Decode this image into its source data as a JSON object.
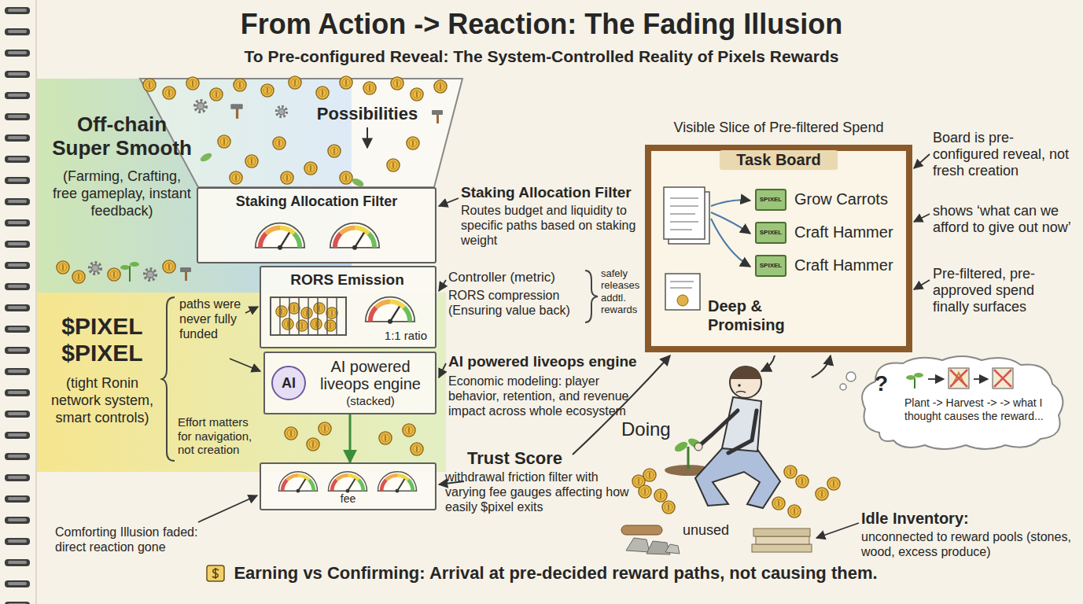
{
  "diagram": {
    "title": "From Action -> Reaction: The Fading Illusion",
    "caption": "Earning vs Confirming: Arrival at pre-decided reward paths, not causing them.",
    "nodes": [
      {
        "text": [
          "Off-chain Super Smooth",
          "(Farming, Crafting, free gameplay, instant feedback)"
        ]
      },
      {
        "text": [
          "$PIXEL $PIXEL",
          "(tight Ronin network system, smart controls)"
        ]
      },
      {
        "text": [
          "Staking Allocation Filter"
        ]
      },
      {
        "text": [
          "RORS Emission",
          "1:1 ratio"
        ]
      },
      {
        "text": [
          "AI",
          "AI powered liveops engine",
          "(stacked)"
        ]
      },
      {
        "text": [
          "fee"
        ]
      },
      {
        "text": [
          "Visible Slice of Pre-filtered Spend",
          "Task Board"
        ]
      },
      {
        "text": [
          "SPIXEL"
        ],
        "in": 6
      },
      {
        "text": [
          "SPIXEL"
        ],
        "in": 6
      },
      {
        "text": [
          "SPIXEL"
        ],
        "in": 6
      },
      {
        "text": [
          "?",
          "Plant -> Harvest -> -> what I thought causes the reward..."
        ]
      }
    ],
    "edges": [
      {
        "from": 4,
        "to": 5,
        "arrow": "to"
      }
    ],
    "labels": [
      "To Pre-configured Reveal: The System-Controlled Reality of Pixels Rewards",
      "Possibilities",
      "Staking Allocation Filter",
      "Routes budget and liquidity to specific paths based on staking weight",
      "Controller (metric)",
      "RORS compression (Ensuring value back)",
      "safely releases addtl. rewards",
      "AI powered liveops engine",
      "Economic modeling: player behavior, retention, and revenue impact across whole ecosystem",
      "Trust Score",
      "withdrawal friction filter with varying fee gauges affecting how easily $pixel exits",
      "paths were never fully funded",
      "Effort matters for navigation, not creation",
      "Comforting Illusion faded: direct reaction gone",
      "Grow Carrots",
      "Craft Hammer",
      "Craft Hammer",
      "Deep & Promising",
      "Board is pre-configured reveal, not fresh creation",
      "shows ‘what can we afford to give out now’",
      "Pre-filtered, pre-approved spend finally surfaces",
      "Doing",
      "unused",
      "Idle Inventory:",
      "unconnected to reward pools (stones, wood, excess produce)"
    ]
  }
}
